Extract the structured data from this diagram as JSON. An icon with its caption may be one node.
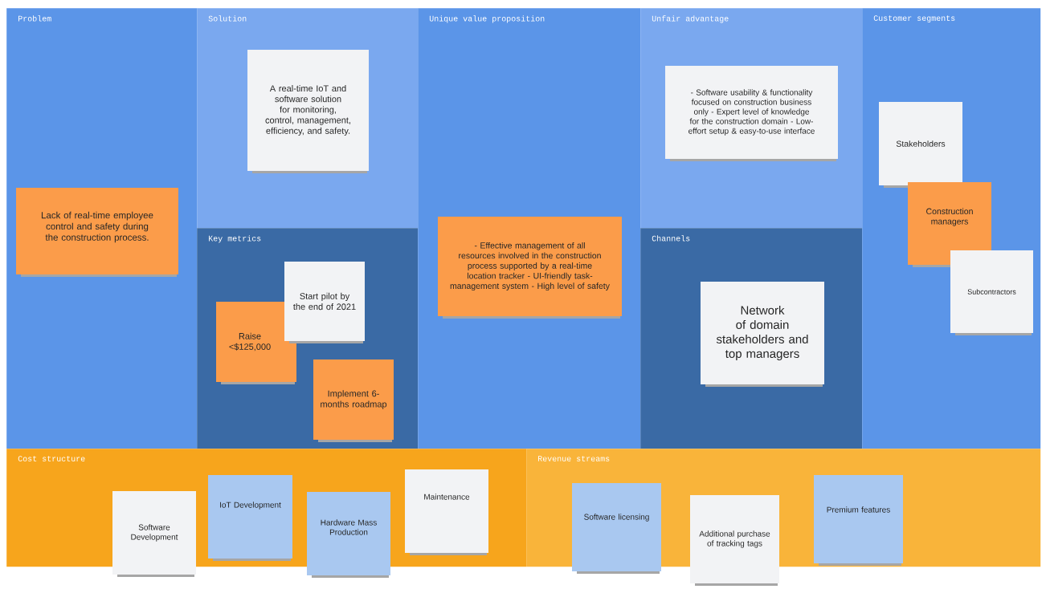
{
  "diagram": {
    "nodes": [
      {
        "text": [
          "Problem"
        ]
      },
      {
        "text": [
          "Lack of real-time employee control and safety during the construction process."
        ],
        "in": 0
      },
      {
        "text": [
          "Solution"
        ]
      },
      {
        "text": [
          "A real-time IoT and software solution for monitoring, control, management, efficiency, and safety."
        ],
        "in": 2
      },
      {
        "text": [
          "Key metrics"
        ]
      },
      {
        "text": [
          "Start pilot by the end of 2021"
        ],
        "in": 4
      },
      {
        "text": [
          "Raise <$125,000"
        ],
        "in": 4
      },
      {
        "text": [
          "Implement 6-months roadmap"
        ],
        "in": 4
      },
      {
        "text": [
          "Unique value proposition"
        ]
      },
      {
        "text": [
          "- Effective management of all resources involved in the construction process supported by a real-time location tracker - UI-friendly task-management system - High level of safety"
        ],
        "in": 8
      },
      {
        "text": [
          "Unfair advantage"
        ]
      },
      {
        "text": [
          "- Software usability & functionality focused on construction business only - Expert level of knowledge for the construction domain - Low-effort setup & easy-to-use interface"
        ],
        "in": 10
      },
      {
        "text": [
          "Channels"
        ]
      },
      {
        "text": [
          "Network of domain stakeholders and top managers"
        ],
        "in": 12
      },
      {
        "text": [
          "Customer segments"
        ]
      },
      {
        "text": [
          "Stakeholders"
        ],
        "in": 14
      },
      {
        "text": [
          "Construction managers"
        ],
        "in": 14
      },
      {
        "text": [
          "Subcontractors"
        ],
        "in": 14
      },
      {
        "text": [
          "Cost structure"
        ]
      },
      {
        "text": [
          "Software Development"
        ],
        "in": 18
      },
      {
        "text": [
          "IoT Development"
        ],
        "in": 18
      },
      {
        "text": [
          "Hardware Mass Production"
        ],
        "in": 18
      },
      {
        "text": [
          "Maintenance"
        ],
        "in": 18
      },
      {
        "text": [
          "Revenue streams"
        ]
      },
      {
        "text": [
          "Software licensing"
        ],
        "in": 23
      },
      {
        "text": [
          "Additional purchase of tracking tags"
        ],
        "in": 23
      },
      {
        "text": [
          "Premium features"
        ],
        "in": 23
      }
    ]
  }
}
